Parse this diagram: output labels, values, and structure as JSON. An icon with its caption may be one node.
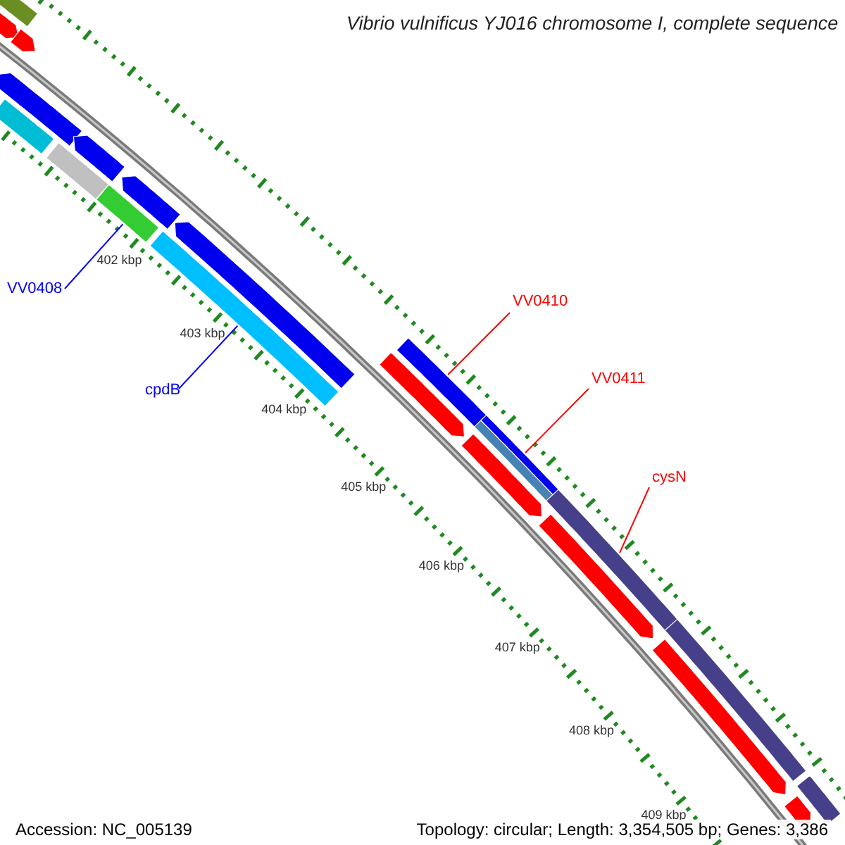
{
  "diagram": {
    "title": "Vibrio vulnificus YJ016 chromosome I, complete sequence",
    "nodes": [
      {
        "text": [
          "VV0408"
        ]
      },
      {
        "text": [
          "VV0410"
        ]
      },
      {
        "text": [
          "VV0411"
        ]
      },
      {
        "text": [
          "cpdB"
        ]
      },
      {
        "text": [
          "cysN"
        ]
      },
      {
        "text": [],
        "shape": "bar"
      },
      {
        "text": [],
        "shape": "arrow"
      },
      {
        "text": [],
        "shape": "arrow"
      },
      {
        "text": [],
        "shape": "bar"
      },
      {
        "text": [],
        "shape": "arrow"
      },
      {
        "text": [],
        "shape": "bar"
      },
      {
        "text": [],
        "shape": "arrow"
      },
      {
        "text": [],
        "shape": "bar"
      },
      {
        "text": [],
        "shape": "arrow"
      },
      {
        "text": [],
        "shape": "bar"
      },
      {
        "text": [],
        "shape": "arrow"
      },
      {
        "text": [],
        "shape": "arrow"
      },
      {
        "text": [],
        "shape": "bar"
      },
      {
        "text": [],
        "shape": "arrow"
      },
      {
        "text": [],
        "shape": "bar"
      },
      {
        "text": [],
        "shape": "arrow"
      },
      {
        "text": [],
        "shape": "bar"
      },
      {
        "text": [],
        "shape": "arrow"
      },
      {
        "text": [],
        "shape": "bar"
      },
      {
        "text": [],
        "shape": "arrow"
      },
      {
        "text": [],
        "shape": "bar"
      }
    ],
    "edges": [
      {
        "from": 0,
        "to": 12,
        "arrow": "none",
        "color": "#0000ff"
      },
      {
        "from": 1,
        "to": 17,
        "arrow": "none"
      },
      {
        "from": 2,
        "to": 19,
        "arrow": "none"
      },
      {
        "from": 3,
        "to": 14,
        "arrow": "none",
        "color": "#0000ff"
      },
      {
        "from": 4,
        "to": 21,
        "arrow": "none"
      }
    ],
    "labels": [
      "402 kbp",
      "403 kbp",
      "404 kbp",
      "405 kbp",
      "406 kbp",
      "407 kbp",
      "408 kbp",
      "409 kbp",
      "Accession: NC_005139",
      "Topology: circular; Length: 3,354,505 bp; Genes: 3,386"
    ]
  }
}
